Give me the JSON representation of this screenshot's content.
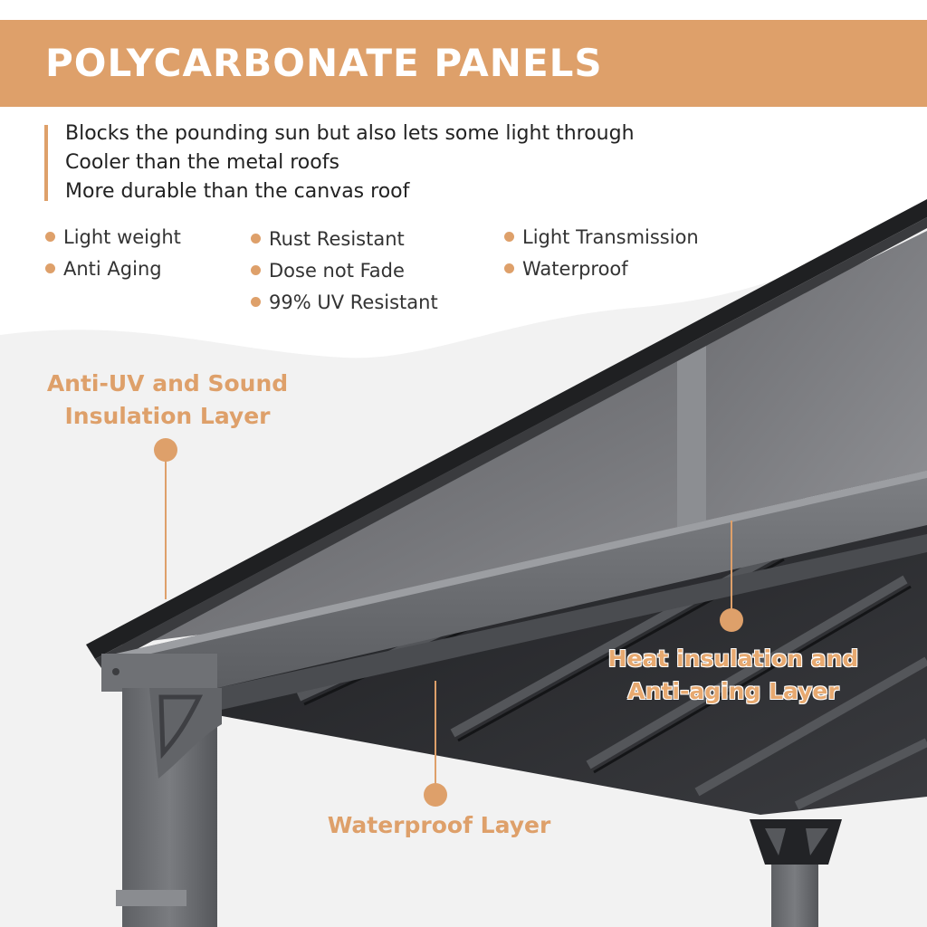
{
  "header": {
    "title": "POLYCARBONATE PANELS"
  },
  "intro": {
    "lines": [
      "Blocks the pounding sun but also lets some light through",
      "Cooler than the metal roofs",
      "More durable than the canvas roof"
    ]
  },
  "features": {
    "column1": [
      "Light weight",
      "Anti Aging"
    ],
    "column2": [
      "Rust Resistant",
      "Dose not Fade",
      "99% UV Resistant"
    ],
    "column3": [
      "Light Transmission",
      "Waterproof"
    ]
  },
  "callouts": {
    "anti_uv": [
      "Anti-UV and Sound",
      "Insulation Layer"
    ],
    "heat": [
      "Heat insulation and",
      "Anti-aging Layer"
    ],
    "waterproof": [
      "Waterproof Layer"
    ]
  },
  "colors": {
    "accent": "#dea06a",
    "background": "#f2f2f2",
    "roof_dark": "#2e2f33",
    "frame_gray": "#6e7075"
  }
}
